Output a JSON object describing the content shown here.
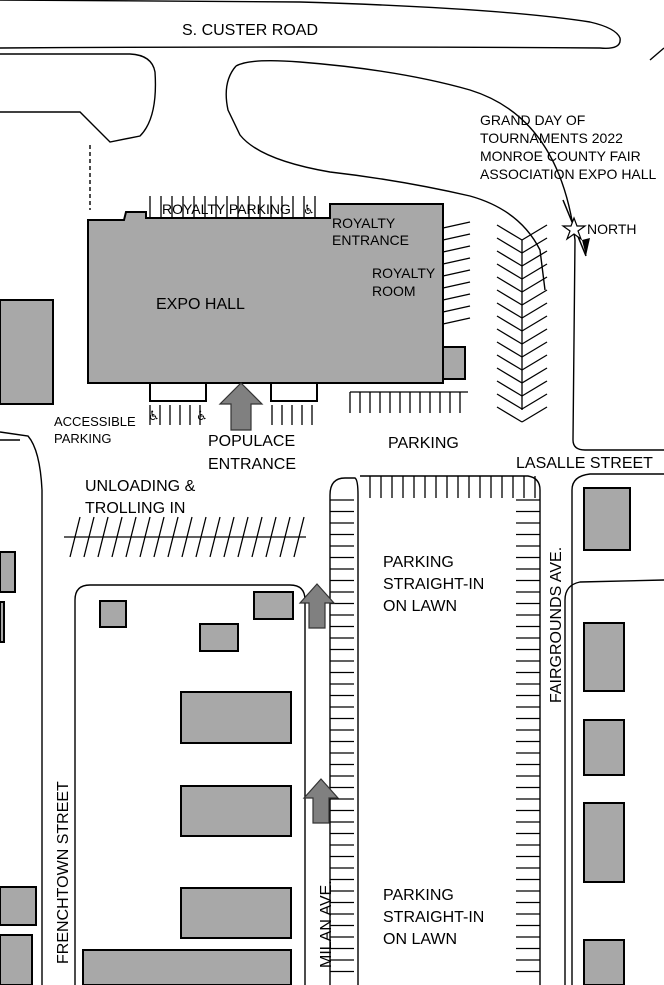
{
  "map": {
    "streets": {
      "custer": "S. CUSTER ROAD",
      "lasalle": "LASALLE STREET",
      "frenchtown": "FRENCHTOWN STREET",
      "milan": "MILAN AVE.",
      "fairgrounds": "FAIRGROUNDS AVE."
    },
    "event_title": [
      "GRAND DAY OF",
      "TOURNAMENTS 2022",
      "MONROE COUNTY FAIR",
      "ASSOCIATION EXPO HALL"
    ],
    "north_label": "NORTH",
    "labels": {
      "expo_hall": "EXPO HALL",
      "royalty_parking": "ROYALTY PARKING",
      "royalty_entrance": [
        "ROYALTY",
        "ENTRANCE"
      ],
      "royalty_room": [
        "ROYALTY",
        "ROOM"
      ],
      "accessible_parking": [
        "ACCESSIBLE",
        "PARKING"
      ],
      "populace_entrance": [
        "POPULACE",
        "ENTRANCE"
      ],
      "parking": "PARKING",
      "unloading": [
        "UNLOADING &",
        "TROLLING IN"
      ],
      "lawn_parking_1": [
        "PARKING",
        "STRAIGHT-IN",
        "ON LAWN"
      ],
      "lawn_parking_2": [
        "PARKING",
        "STRAIGHT-IN",
        "ON LAWN"
      ]
    },
    "accessible_symbol": "♿",
    "colors": {
      "building": "#a8a8a8",
      "arrow": "#808080",
      "line": "#000000"
    }
  }
}
